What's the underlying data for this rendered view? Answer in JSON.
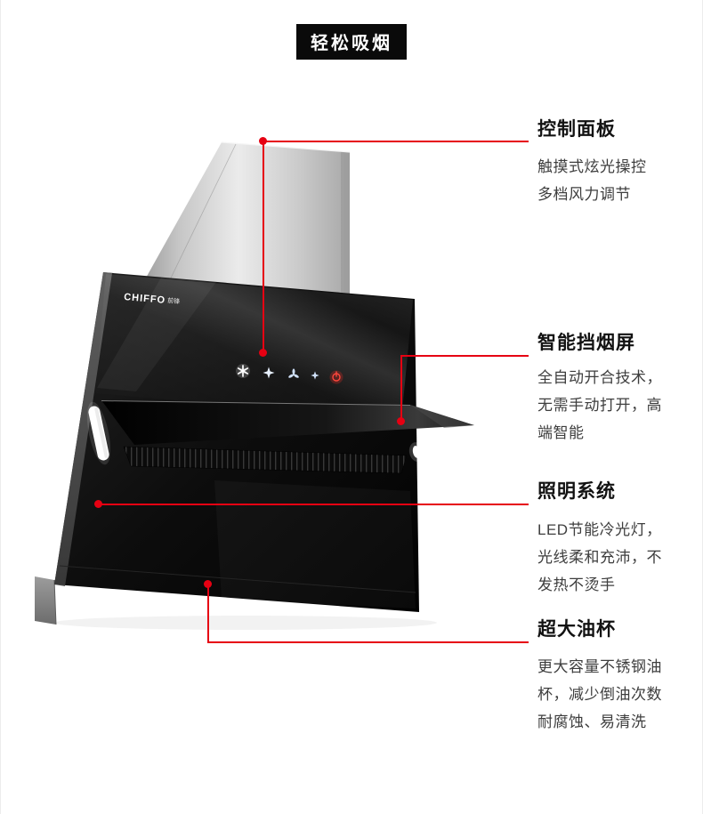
{
  "colors": {
    "accent": "#e60012",
    "badge_bg": "#0a0a0a"
  },
  "badge": {
    "label": "轻松吸烟"
  },
  "product": {
    "brand": "CHIFFO",
    "brand_suffix": "前锋",
    "control_icons": [
      "glow-asterisk",
      "sparkle",
      "fan",
      "sparkle-small",
      "power"
    ]
  },
  "callouts": [
    {
      "title": "控制面板",
      "lines": [
        "触摸式炫光操控",
        "多档风力调节"
      ]
    },
    {
      "title": "智能挡烟屏",
      "lines": [
        "全自动开合技术，",
        "无需手动打开，高",
        "端智能"
      ]
    },
    {
      "title": "照明系统",
      "lines": [
        "LED节能冷光灯，",
        "光线柔和充沛，不",
        "发热不烫手"
      ]
    },
    {
      "title": "超大油杯",
      "lines": [
        "更大容量不锈钢油",
        "杯，减少倒油次数",
        "耐腐蚀、易清洗"
      ]
    }
  ]
}
